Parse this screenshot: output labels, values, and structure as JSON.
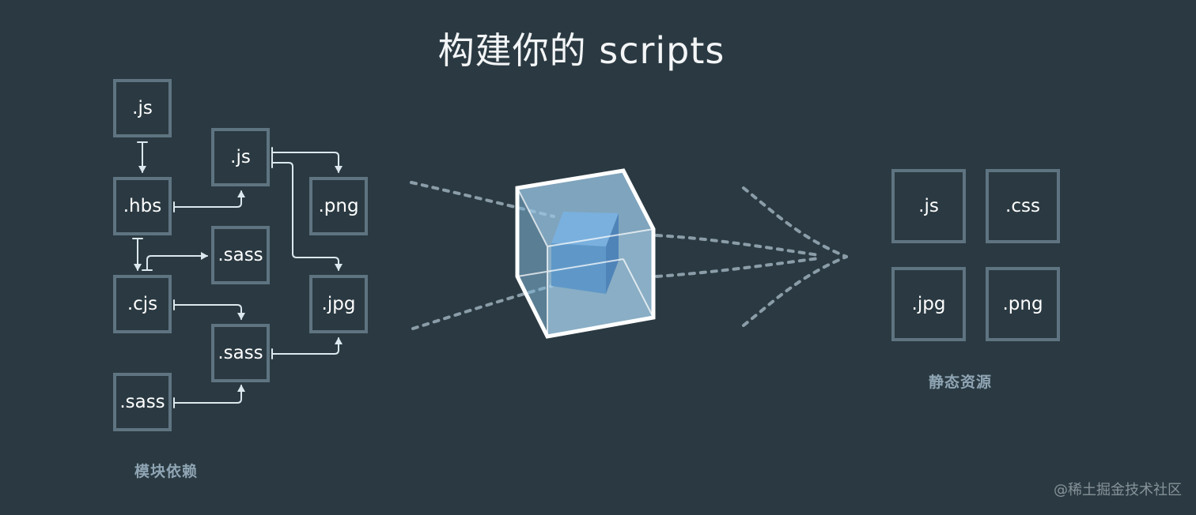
{
  "title": "构建你的 scripts",
  "labels": {
    "left_caption": "模块依赖",
    "right_caption": "静态资源",
    "watermark": "@稀土掘金技术社区"
  },
  "left_nodes": [
    ".js",
    ".js",
    ".hbs",
    ".png",
    ".sass",
    ".cjs",
    ".jpg",
    ".sass",
    ".sass"
  ],
  "right_nodes": [
    ".js",
    ".css",
    ".jpg",
    ".png"
  ],
  "colors": {
    "background": "#2b3a42",
    "box_border": "#5f7481",
    "connector": "#dce8ee",
    "dotted": "#8b9da8",
    "cube_fill": "#a5d2ec",
    "inner_cube": "#5f98c8",
    "caption": "#8fa5b4"
  },
  "icons": {
    "bundle": "bundler-cube-icon"
  }
}
